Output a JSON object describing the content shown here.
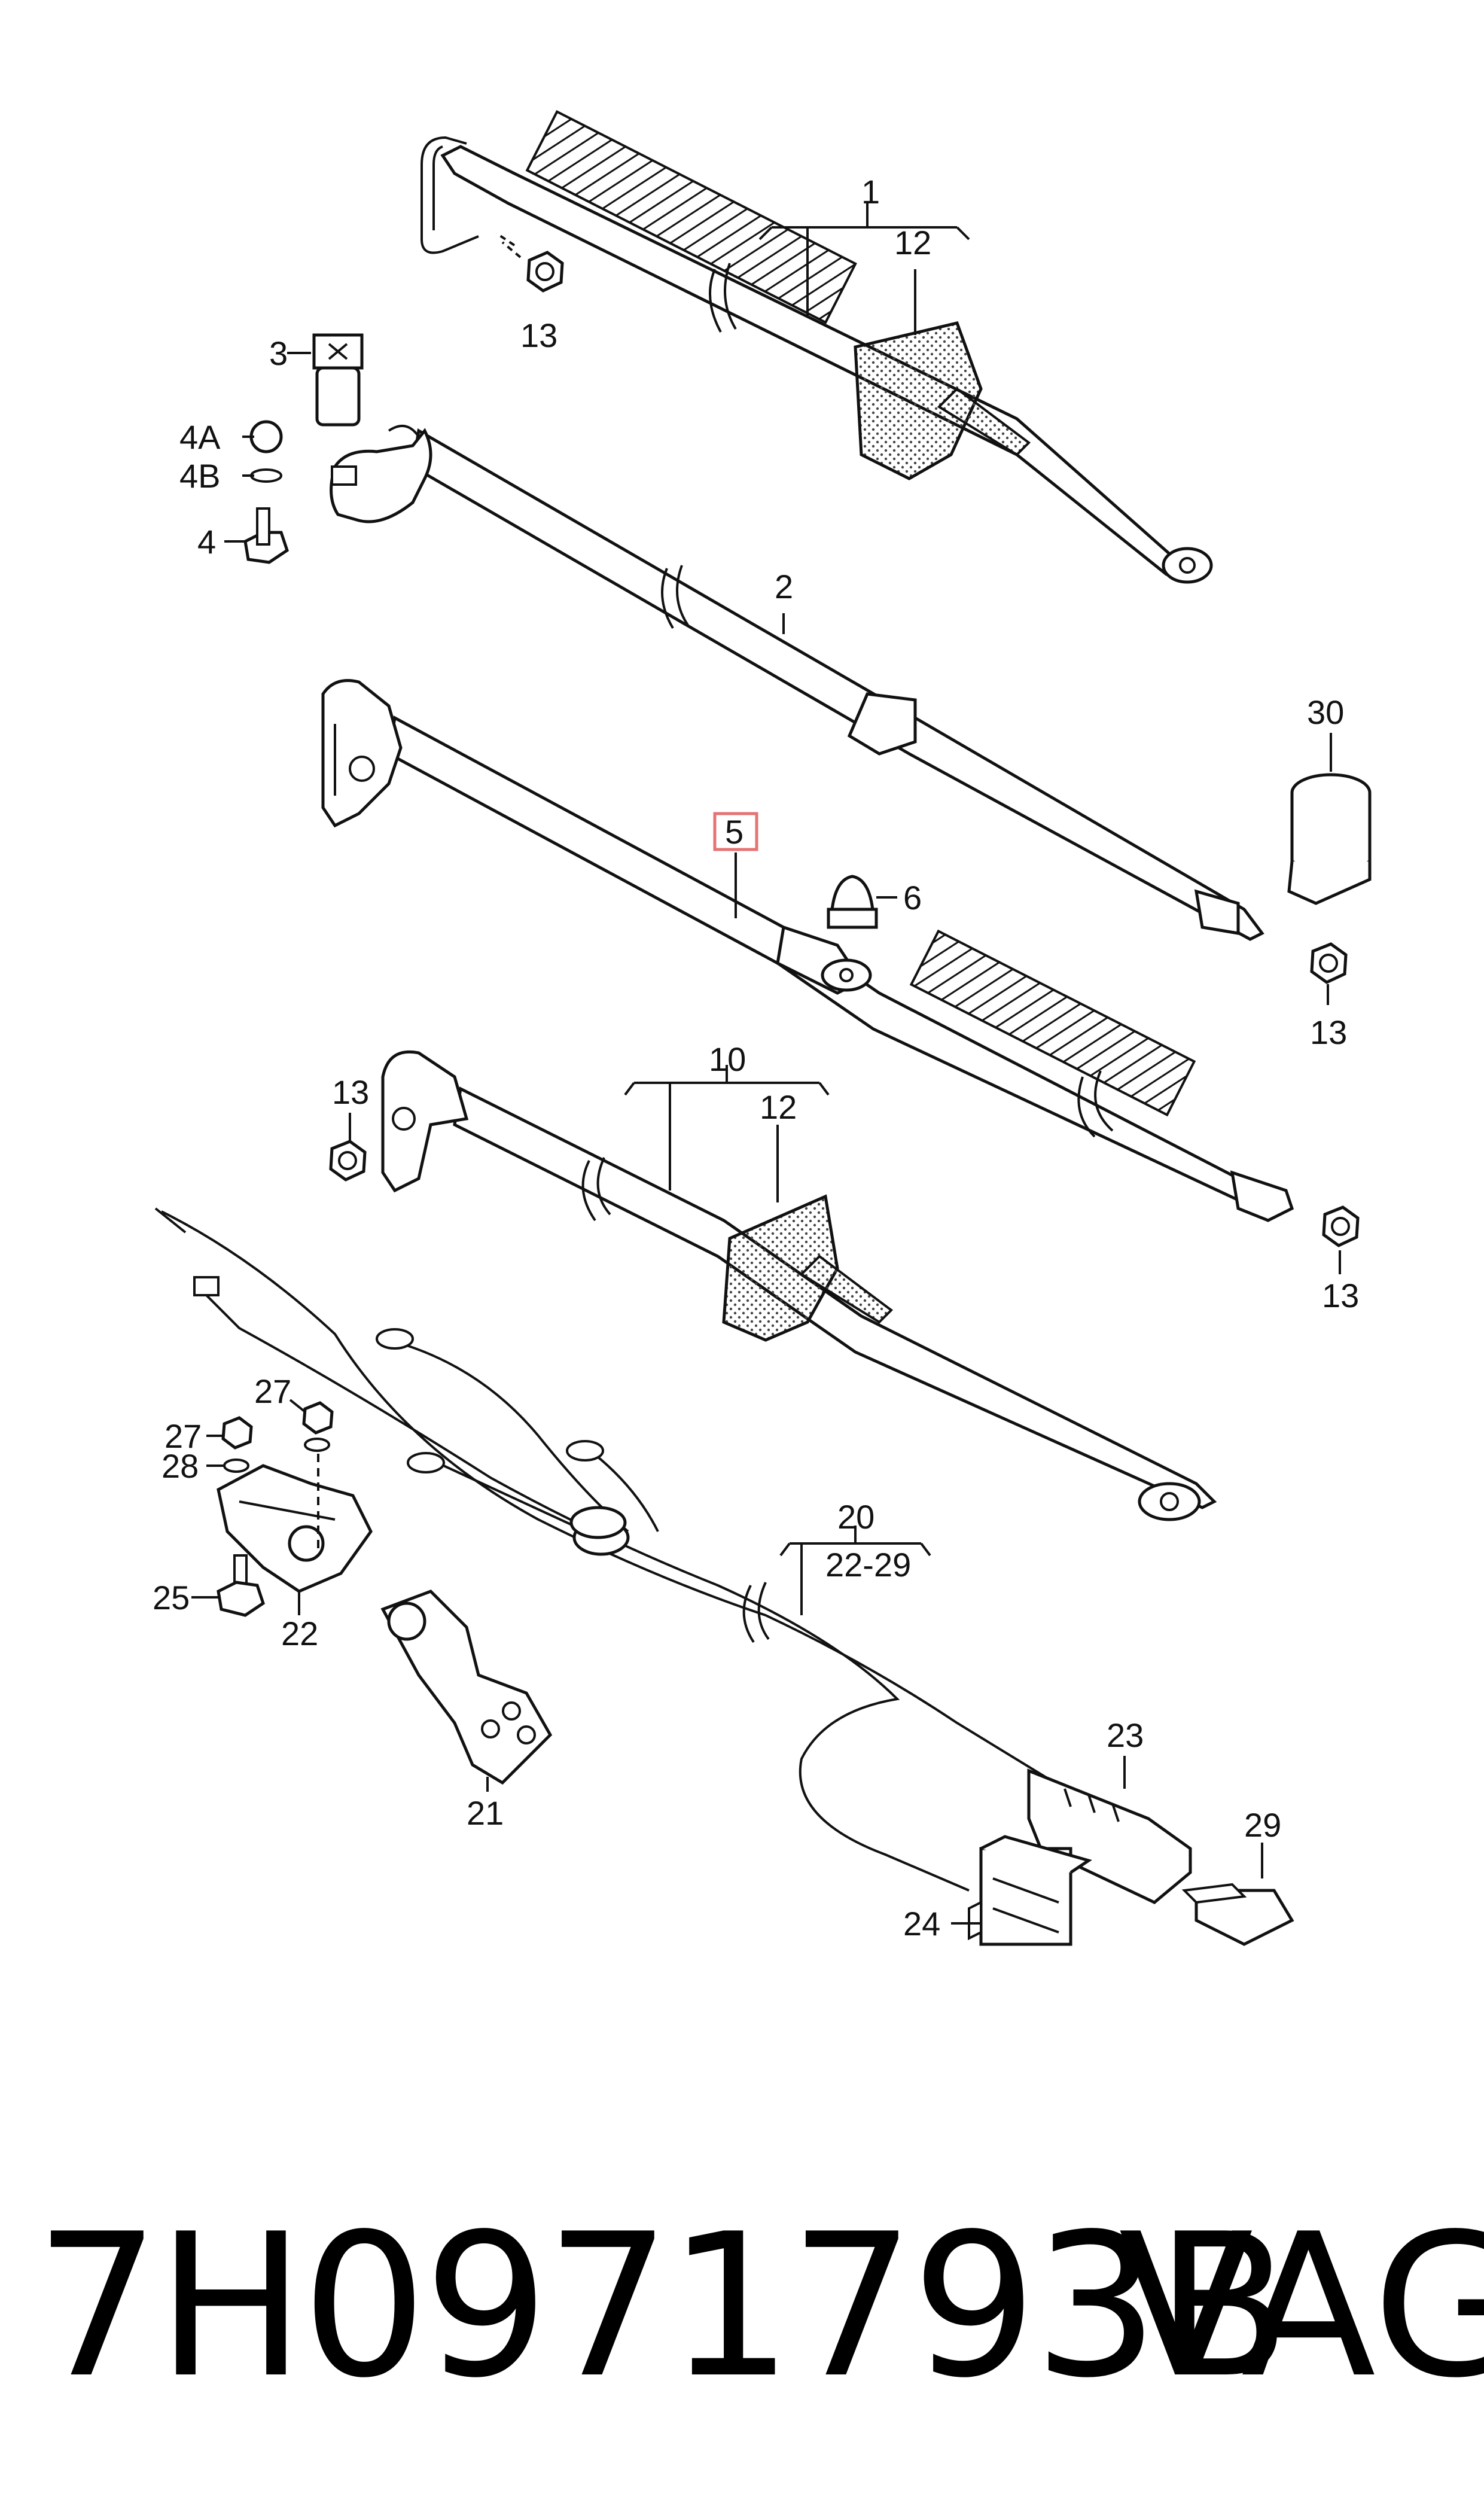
{
  "diagram": {
    "labels": {
      "l1": "1",
      "l2": "2",
      "l3": "3",
      "l4": "4",
      "l4a": "4A",
      "l4b": "4B",
      "l5": "5",
      "l6": "6",
      "l10": "10",
      "l12a": "12",
      "l12b": "12",
      "l13a": "13",
      "l13b": "13",
      "l13c": "13",
      "l13d": "13",
      "l20": "20",
      "l2229": "22-29",
      "l21": "21",
      "l22": "22",
      "l23": "23",
      "l24": "24",
      "l25": "25",
      "l27a": "27",
      "l27b": "27",
      "l28": "28",
      "l29": "29",
      "l30": "30"
    },
    "highlight_color": "#e57373"
  },
  "footer": {
    "part_number": "7H0971793B",
    "brand": "VAG"
  }
}
